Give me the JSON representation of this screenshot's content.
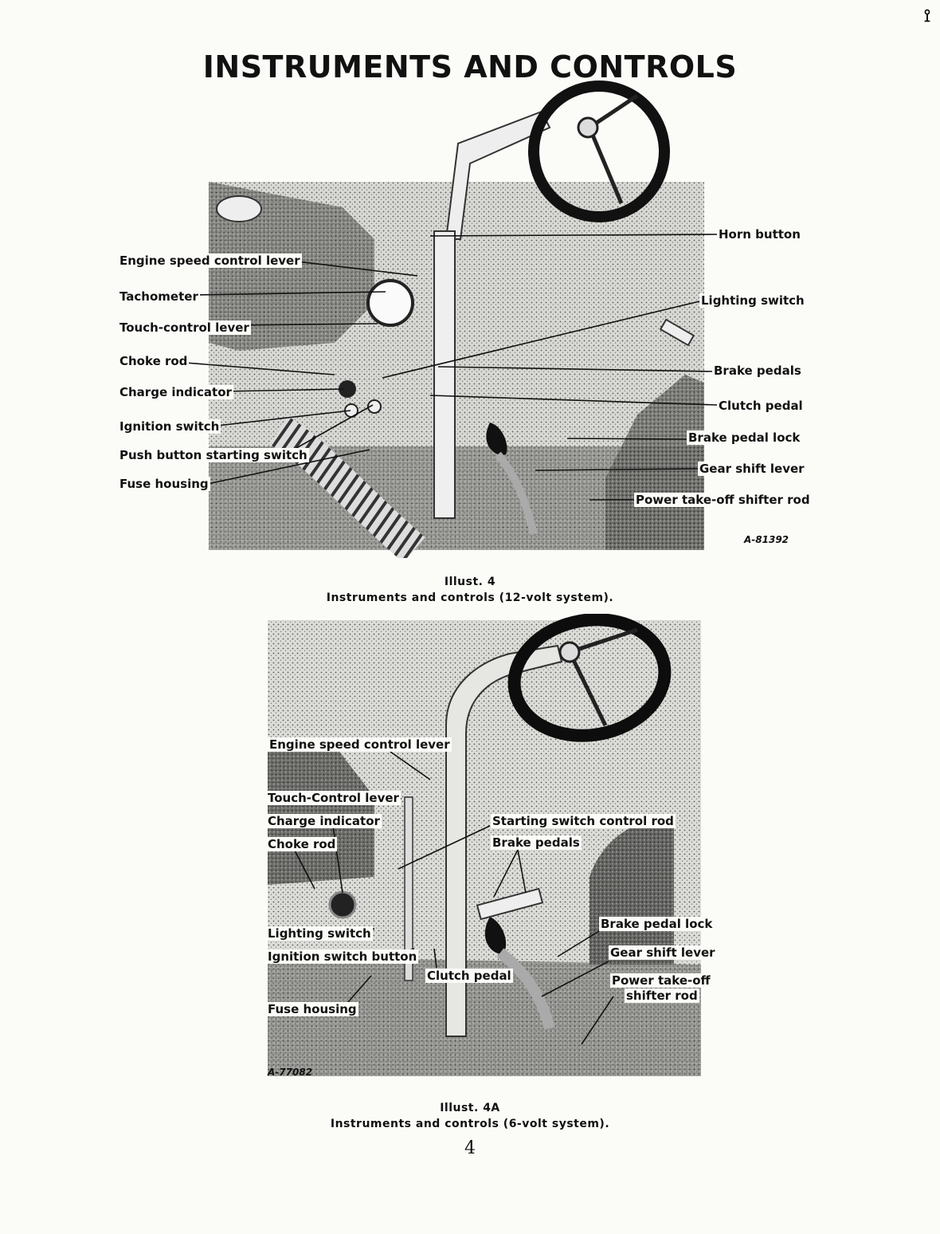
{
  "page_title": "INSTRUMENTS AND CONTROLS",
  "illustration_1": {
    "code": "A-81392",
    "caption_title": "Illust. 4",
    "caption_text": "Instruments and controls (12-volt system).",
    "labels": {
      "horn_button": "Horn button",
      "engine_speed_control_lever": "Engine speed control lever",
      "tachometer": "Tachometer",
      "lighting_switch": "Lighting switch",
      "touch_control_lever": "Touch-control lever",
      "choke_rod": "Choke rod",
      "brake_pedals": "Brake pedals",
      "charge_indicator": "Charge indicator",
      "clutch_pedal": "Clutch pedal",
      "ignition_switch": "Ignition switch",
      "brake_pedal_lock": "Brake pedal lock",
      "push_button_starting_switch": "Push button starting switch",
      "gear_shift_lever": "Gear shift lever",
      "fuse_housing": "Fuse housing",
      "power_take_off_shifter_rod": "Power take-off shifter rod"
    }
  },
  "illustration_2": {
    "code": "A-77082",
    "caption_title": "Illust. 4A",
    "caption_text": "Instruments and controls (6-volt system).",
    "labels": {
      "engine_speed_control_lever": "Engine speed control lever",
      "touch_control_lever": "Touch-Control lever",
      "charge_indicator": "Charge indicator",
      "starting_switch_control_rod": "Starting switch control rod",
      "choke_rod": "Choke rod",
      "brake_pedals": "Brake pedals",
      "brake_pedal_lock": "Brake pedal lock",
      "lighting_switch": "Lighting switch",
      "gear_shift_lever": "Gear shift lever",
      "ignition_switch_button": "Ignition switch button",
      "clutch_pedal": "Clutch pedal",
      "power_take_off_line1": "Power take-off",
      "power_take_off_line2": "shifter rod",
      "fuse_housing": "Fuse housing"
    }
  },
  "page_number": "4"
}
